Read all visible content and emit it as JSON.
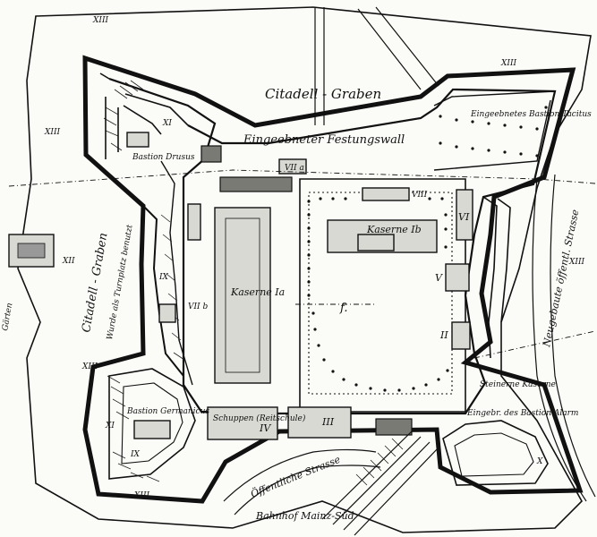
{
  "labels": {
    "citadel_moat_top": "Citadell - Graben",
    "filled_wall": "Eingeebneter Festungswall",
    "bastion_tacitus": "Eingeebnetes Bastion Tacitus",
    "bastion_drusus": "Bastion Drusus",
    "bastion_germanicus": "Bastion Germanicus",
    "citadel_moat_left": "Citadell - Graben",
    "used_as_sports_ground": "Wurde als Turnplatz benutzt",
    "kaserne_1a": "Kaserne Ia",
    "kaserne_1b": "Kaserne Ib",
    "exerzierschuppen": "Schuppen (Reitschule)",
    "exerzierschuppen_sub": "(Reitschule)",
    "building_3": "III",
    "building_4": "IV",
    "building_5": "V",
    "building_2": "II",
    "building_6": "VI",
    "building_7a": "VII a",
    "building_8": "VIII",
    "building_7b": "VII b",
    "f_marker": "f.",
    "new_street_right": "Neugebaute öffentl. Strasse",
    "public_street": "Öffentliche Strasse",
    "station": "Bahnhof Mainz-Süd",
    "stone_barracks": "Steinerne Kaserne",
    "bastion_barracks": "Eingebr. des Bastion Alarm",
    "gardens": "Gärten",
    "roman_numerals": [
      "XIII",
      "XIII",
      "XIII",
      "XIII",
      "XIII",
      "XII",
      "XI",
      "XI",
      "IX",
      "IX",
      "X",
      "XIII"
    ]
  },
  "colors": {
    "ink": "#111111",
    "paper": "#fbfbf8",
    "building_fill": "#d9d9d4"
  }
}
